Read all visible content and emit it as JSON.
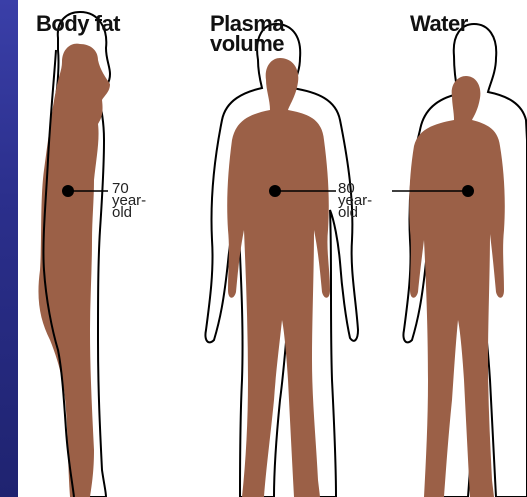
{
  "panels": {
    "body_fat": {
      "title": "Body fat"
    },
    "plasma": {
      "title_line1": "Plasma",
      "title_line2": "volume"
    },
    "water": {
      "title": "Water"
    }
  },
  "labels": {
    "age70": {
      "number": "70",
      "line2": "year-",
      "line3": "old"
    },
    "age80": {
      "number": "80",
      "line2": "year-",
      "line3": "old"
    }
  },
  "colors": {
    "body_fill": "#9b6047",
    "outline": "#000000",
    "background_left": "#3a3fa8",
    "figure_bg": "#ffffff"
  }
}
